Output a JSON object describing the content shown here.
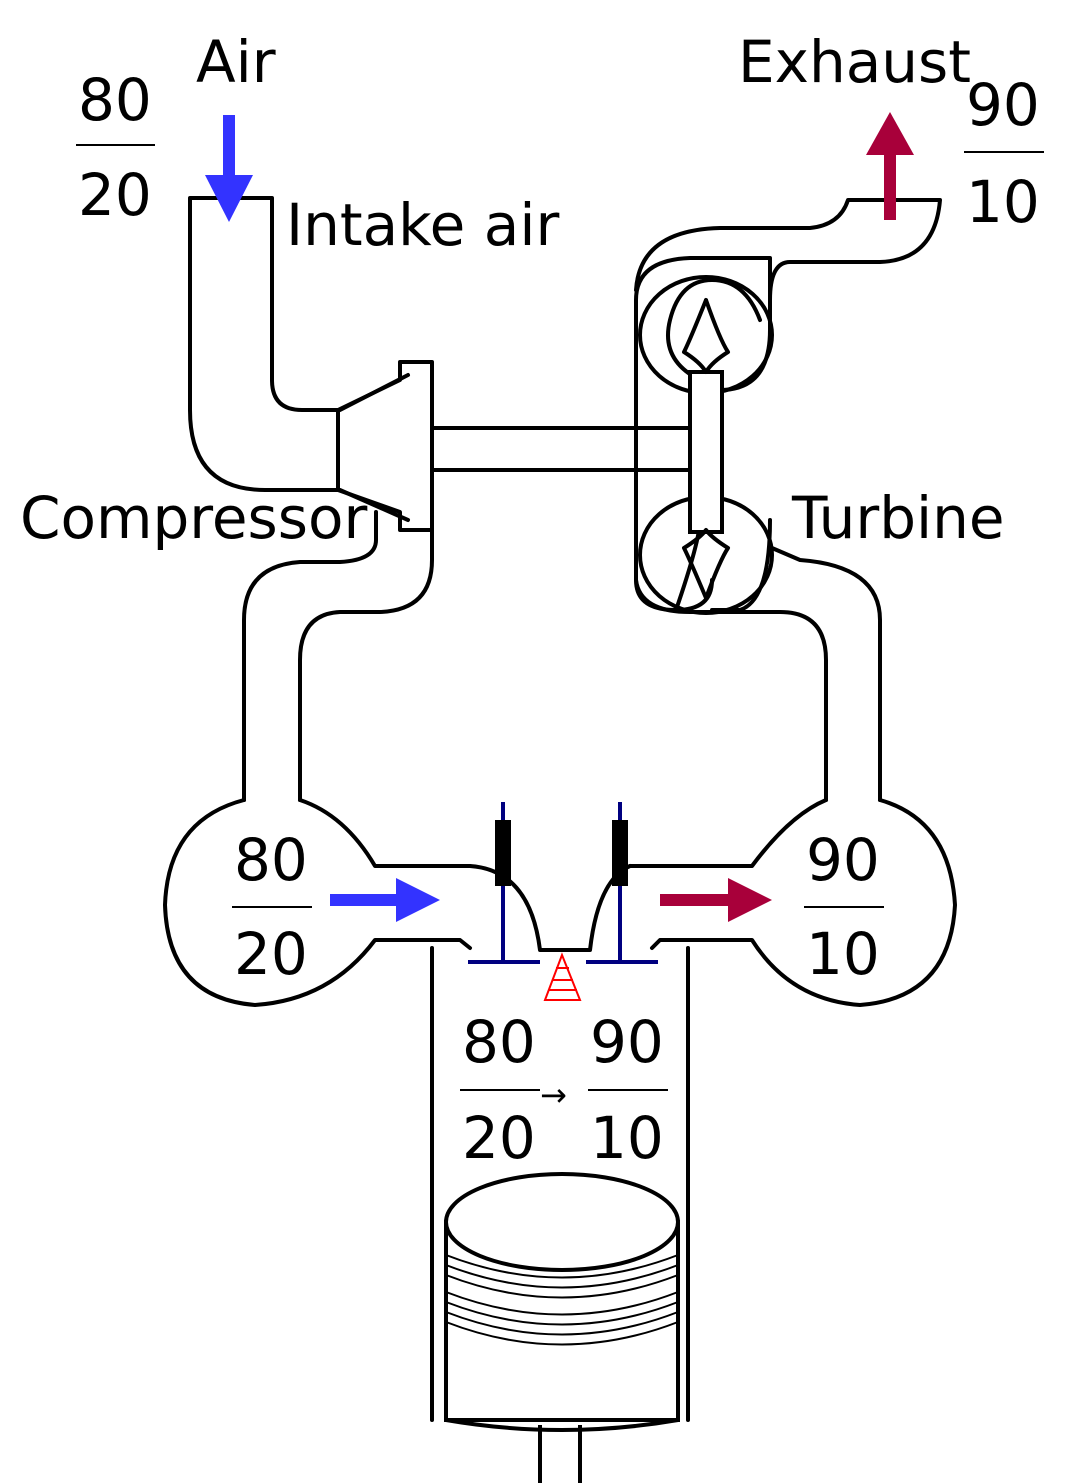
{
  "labels": {
    "air": "Air",
    "intake_air": "Intake air",
    "exhaust": "Exhaust",
    "compressor": "Compressor",
    "turbine": "Turbine"
  },
  "fractions": {
    "air_in": {
      "num": "80",
      "den": "20"
    },
    "exhaust_out": {
      "num": "90",
      "den": "10"
    },
    "intake_manifold": {
      "num": "80",
      "den": "20"
    },
    "exhaust_manifold": {
      "num": "90",
      "den": "10"
    },
    "cylinder_before": {
      "num": "80",
      "den": "20"
    },
    "cylinder_after": {
      "num": "90",
      "den": "10"
    },
    "cylinder_arrow": "→"
  },
  "colors": {
    "intake_arrow": "#3333ff",
    "exhaust_arrow": "#a8003a",
    "valve": "#000080",
    "spark": "#ff0000",
    "outline": "#000000"
  },
  "icons": [
    "intake-arrow-icon",
    "exhaust-arrow-icon",
    "spark-plug-icon",
    "piston-icon",
    "valve-icon"
  ]
}
